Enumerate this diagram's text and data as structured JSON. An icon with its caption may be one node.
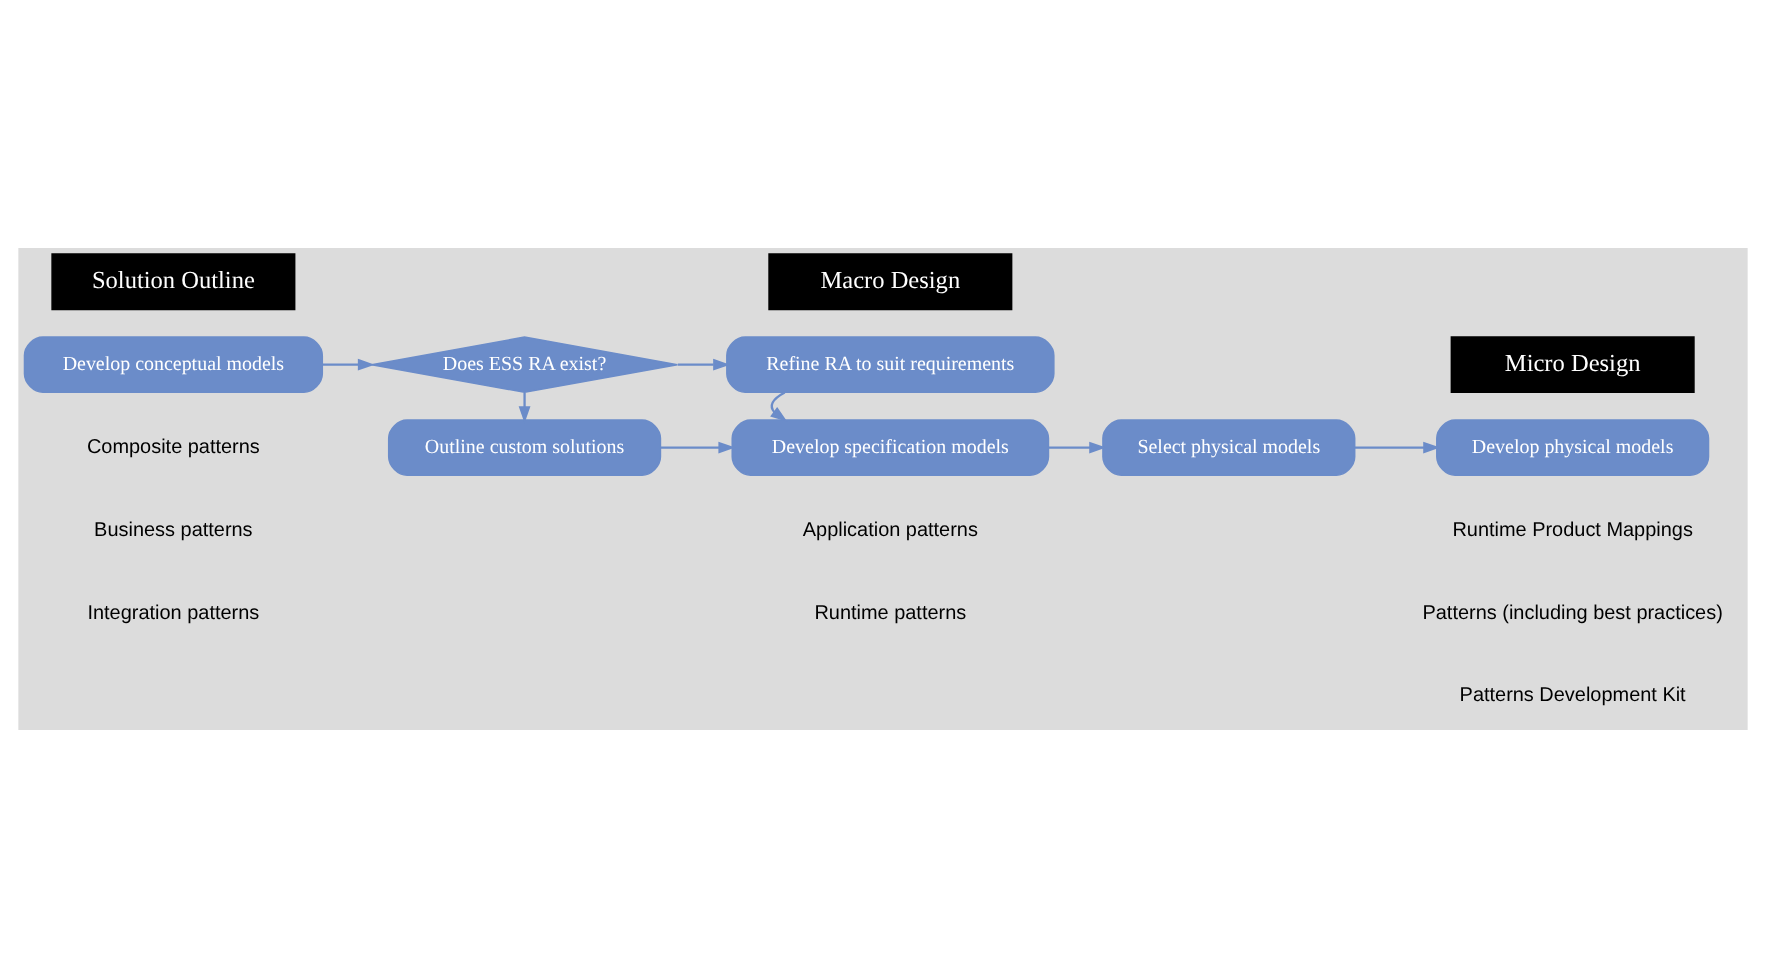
{
  "diagram": {
    "nodes": [
      {
        "text": [
          "Develop conceptual models"
        ]
      },
      {
        "text": [
          "Does ESS RA exist?"
        ]
      },
      {
        "text": [
          "Refine RA to suit requirements"
        ]
      },
      {
        "text": [
          "Outline custom solutions"
        ]
      },
      {
        "text": [
          "Develop specification models"
        ]
      },
      {
        "text": [
          "Select physical models"
        ]
      },
      {
        "text": [
          "Develop physical models"
        ]
      }
    ],
    "edges": [
      {
        "from": 0,
        "to": 1,
        "arrow": "to"
      },
      {
        "from": 1,
        "to": 2,
        "arrow": "to"
      },
      {
        "from": 1,
        "to": 3,
        "arrow": "to"
      },
      {
        "from": 2,
        "to": 4,
        "arrow": "to"
      },
      {
        "from": 3,
        "to": 4,
        "arrow": "to"
      },
      {
        "from": 4,
        "to": 5,
        "arrow": "to"
      },
      {
        "from": 5,
        "to": 6,
        "arrow": "to"
      }
    ],
    "labels": [
      "Solution Outline",
      "Macro Design",
      "Micro Design",
      "Composite patterns",
      "Business patterns",
      "Integration patterns",
      "Application patterns",
      "Runtime patterns",
      "Runtime Product Mappings",
      "Patterns (including best practices)",
      "Patterns Development Kit"
    ]
  }
}
